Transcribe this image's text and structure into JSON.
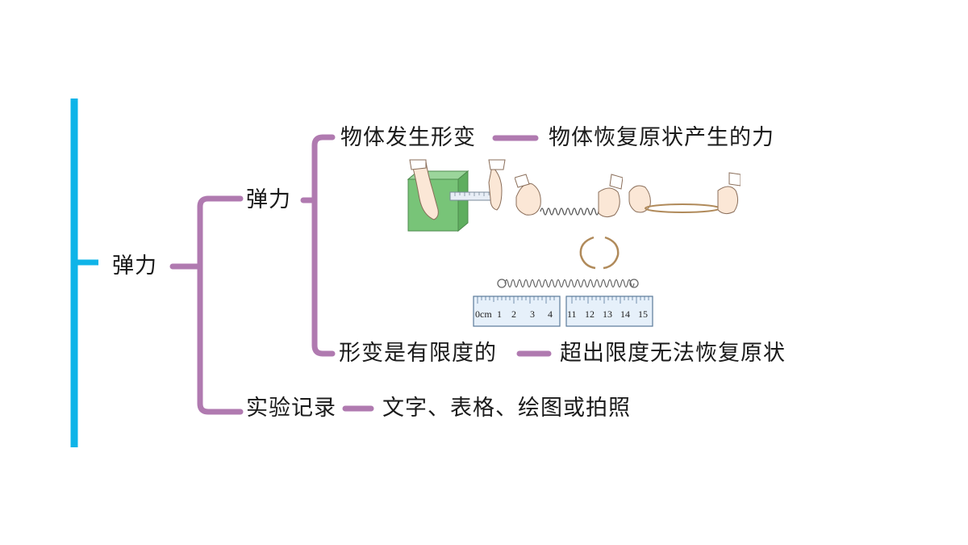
{
  "mindmap": {
    "root": {
      "label": "弹力"
    },
    "branch1": {
      "label": "弹力",
      "sub1": {
        "label": "物体发生形变",
        "detail": "物体恢复原状产生的力"
      },
      "sub2": {
        "label": "形变是有限度的",
        "detail": "超出限度无法恢复原状"
      }
    },
    "branch2": {
      "label": "实验记录",
      "detail": "文字、表格、绘图或拍照"
    }
  },
  "ruler1": {
    "labels": [
      "0cm",
      "1",
      "2",
      "3",
      "4"
    ]
  },
  "ruler2": {
    "labels": [
      "11",
      "12",
      "13",
      "14",
      "15"
    ]
  },
  "colors": {
    "accent_bar": "#0fb4e8",
    "connector": "#b07ab0"
  }
}
